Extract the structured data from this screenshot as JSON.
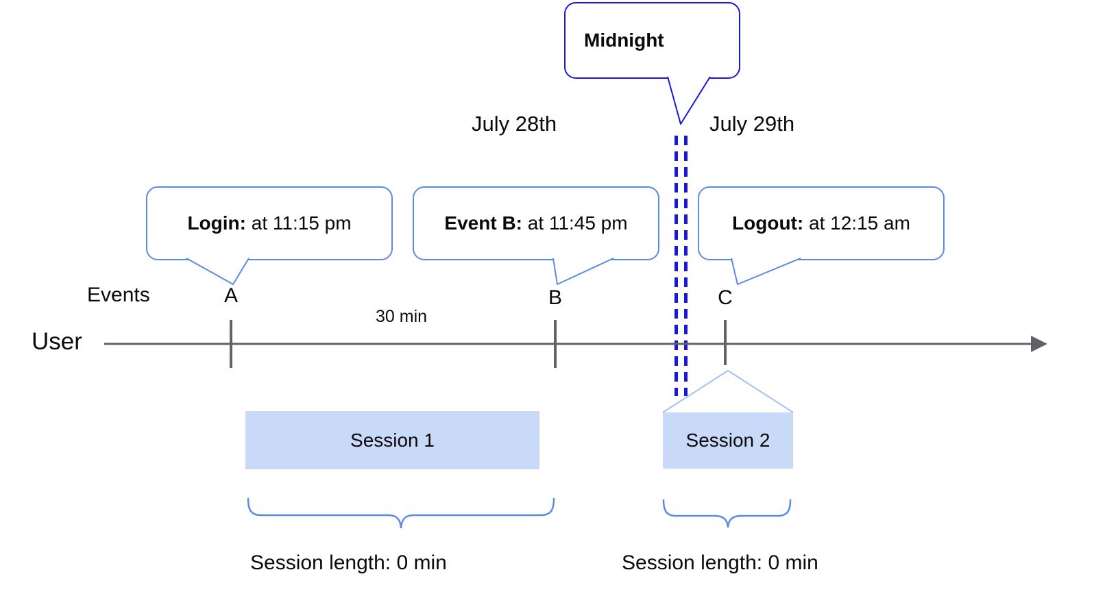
{
  "timeline": {
    "user_label": "User",
    "events_label": "Events",
    "interval_label": "30 min",
    "dates": {
      "before_midnight": "July 28th",
      "after_midnight": "July 29th"
    },
    "midnight": {
      "label": "Midnight"
    },
    "events": [
      {
        "letter": "A",
        "action": "Login:",
        "time": " at 11:15 pm"
      },
      {
        "letter": "B",
        "action": "Event B:",
        "time": " at 11:45 pm"
      },
      {
        "letter": "C",
        "action": "Logout:",
        "time": " at 12:15 am"
      }
    ],
    "sessions": [
      {
        "label": "Session 1",
        "length": "Session length: 0 min"
      },
      {
        "label": "Session 2",
        "length": "Session length: 0 min"
      }
    ]
  },
  "colors": {
    "callout_border": "#5b8ae5",
    "midnight_blue": "#1717dd",
    "session_fill": "#c9daf8",
    "triangle_light_blue": "#a4c2f4",
    "axis_gray": "#5f6368"
  }
}
